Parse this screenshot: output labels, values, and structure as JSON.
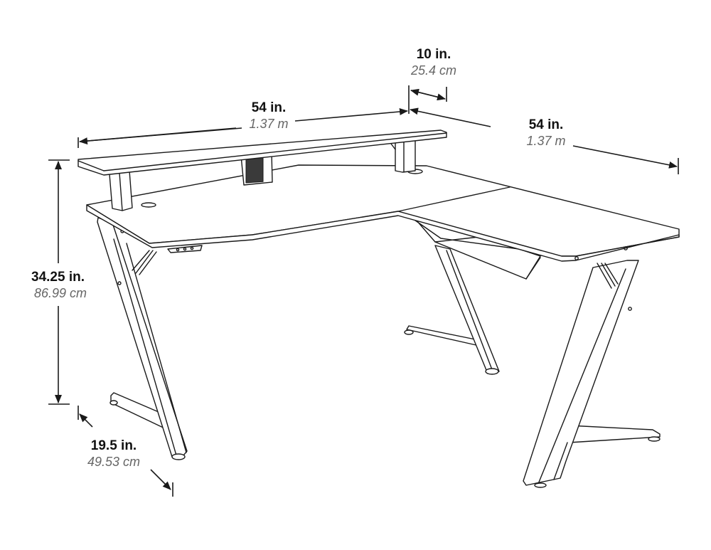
{
  "diagram": {
    "subject": "L-shaped desk with monitor shelf",
    "line_color": "#1a1a1a",
    "background": "#ffffff",
    "dimensions": {
      "riser_depth": {
        "imperial": "10 in.",
        "metric": "25.4 cm"
      },
      "front_width": {
        "imperial": "54 in.",
        "metric": "1.37 m"
      },
      "side_width": {
        "imperial": "54 in.",
        "metric": "1.37 m"
      },
      "height": {
        "imperial": "34.25 in.",
        "metric": "86.99 cm"
      },
      "depth": {
        "imperial": "19.5 in.",
        "metric": "49.53 cm"
      }
    }
  }
}
